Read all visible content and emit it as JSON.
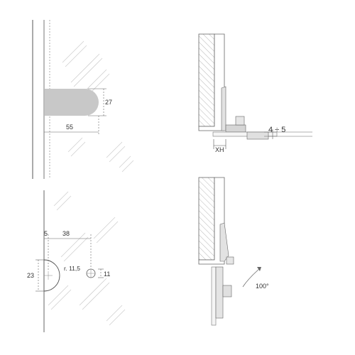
{
  "labels": {
    "width_55": "55",
    "height_27": "27",
    "gap_4_5": "4 ÷ 5",
    "xh": "XH",
    "offset_5": "5",
    "spacing_38": "38",
    "height_23": "23",
    "radius": "r. 11,5",
    "hole_11": "11",
    "angle_100": "100°"
  },
  "colors": {
    "line": "#555555",
    "dim": "#666666",
    "glass": "#cfcfcf",
    "part": "#c8c8c8",
    "hatch": "#9a9a9a"
  }
}
